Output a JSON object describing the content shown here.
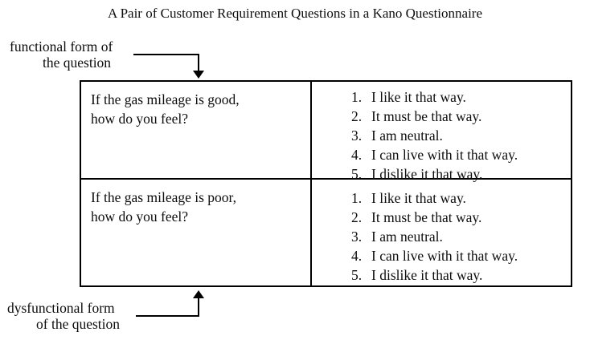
{
  "title": "A Pair of Customer Requirement Questions in a Kano Questionnaire",
  "labels": {
    "functional": {
      "line1": "functional form of",
      "line2": "the question"
    },
    "dysfunctional": {
      "line1": "dysfunctional form",
      "line2": "of the question"
    }
  },
  "table": {
    "rows": [
      {
        "question": {
          "line1": "If the gas mileage is good,",
          "line2": "how do you feel?"
        },
        "options": [
          {
            "num": "1.",
            "text": "I like it that way."
          },
          {
            "num": "2.",
            "text": "It must be that way."
          },
          {
            "num": "3.",
            "text": "I am neutral."
          },
          {
            "num": "4.",
            "text": "I can live with it that way."
          },
          {
            "num": "5.",
            "text": "I dislike it that way."
          }
        ]
      },
      {
        "question": {
          "line1": "If the gas mileage is poor,",
          "line2": "how do you feel?"
        },
        "options": [
          {
            "num": "1.",
            "text": "I like it that way."
          },
          {
            "num": "2.",
            "text": "It must be that way."
          },
          {
            "num": "3.",
            "text": "I am neutral."
          },
          {
            "num": "4.",
            "text": "I can live with it that way."
          },
          {
            "num": "5.",
            "text": "I dislike it that way."
          }
        ]
      }
    ]
  },
  "colors": {
    "background": "#ffffff",
    "text": "#0d0d0d",
    "line": "#000000"
  }
}
